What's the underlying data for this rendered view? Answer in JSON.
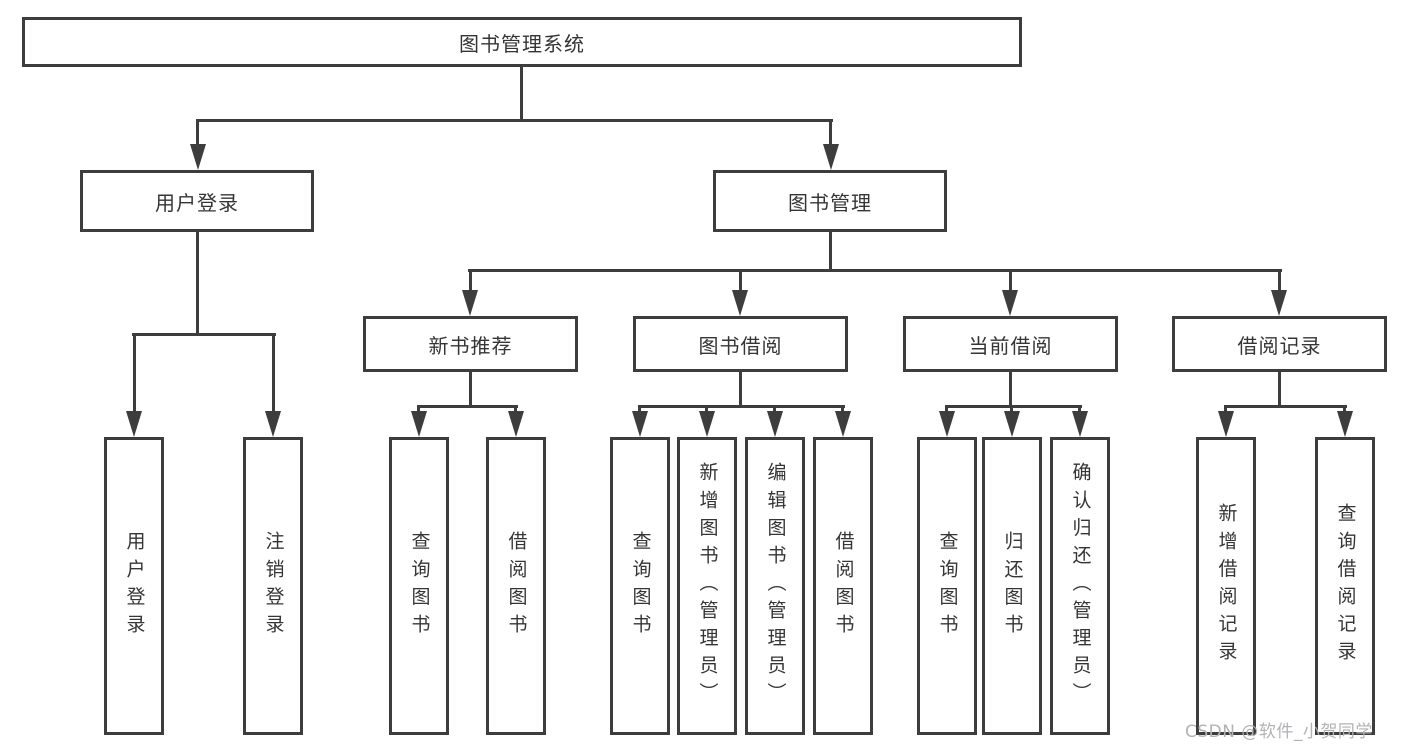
{
  "diagram": {
    "title": "图书管理系统",
    "nodes": {
      "root": "图书管理系统",
      "user_login": "用户登录",
      "book_mgmt": "图书管理",
      "new_book_rec": "新书推荐",
      "book_borrow": "图书借阅",
      "current_borrow": "当前借阅",
      "borrow_records": "借阅记录",
      "leaf_user_login": "用户登录",
      "leaf_logout": "注销登录",
      "leaf_query_book_1": "查询图书",
      "leaf_borrow_book_1": "借阅图书",
      "leaf_query_book_2": "查询图书",
      "leaf_add_book": "新增图书（管理员）",
      "leaf_edit_book": "编辑图书（管理员）",
      "leaf_borrow_book_2": "借阅图书",
      "leaf_query_book_3": "查询图书",
      "leaf_return_book": "归还图书",
      "leaf_confirm_return": "确认归还（管理员）",
      "leaf_add_record": "新增借阅记录",
      "leaf_query_record": "查询借阅记录"
    },
    "colors": {
      "line": "#3d3d3d",
      "text": "#353535",
      "background": "#ffffff",
      "watermark_text_color": "#b3b3b6"
    }
  },
  "watermark": "CSDN @软件_小贺同学"
}
